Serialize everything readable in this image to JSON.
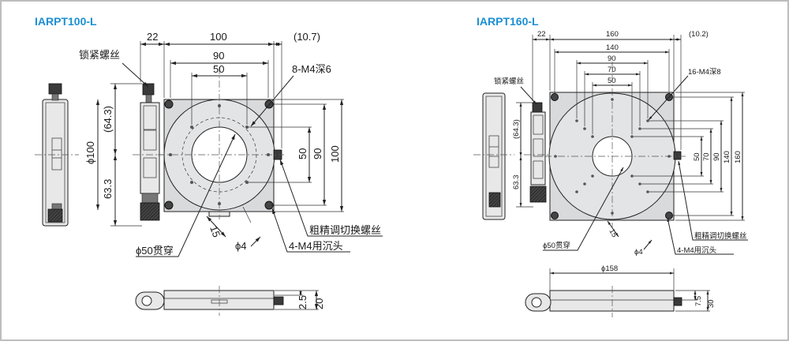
{
  "left": {
    "title": "IARPT100-L",
    "dims": {
      "d22": "22",
      "d100_top": "100",
      "d10_7": "(10.7)",
      "d90_top": "90",
      "d50_top": "50",
      "d64_3": "(64.3)",
      "d63_3": "63.3",
      "dia100": "ϕ100",
      "v50": "50",
      "v90": "90",
      "v100": "100",
      "d15": "15",
      "dia4": "ϕ4",
      "d2_5": "2.5",
      "d20": "20"
    },
    "labels": {
      "lock_screw": "锁紧螺丝",
      "tapped_holes": "8-M4深6",
      "switch_screw": "粗精调切换螺丝",
      "counterbore": "4-M4用沉头",
      "through_hole": "ϕ50贯穿"
    }
  },
  "right": {
    "title": "IARPT160-L",
    "dims": {
      "d22": "22",
      "d160_top": "160",
      "d10_2": "(10.2)",
      "d140_top": "140",
      "d90_top": "90",
      "d70_top": "70",
      "d50_top": "50",
      "d64_3": "(64.3)",
      "d63_3": "63.3",
      "v50": "50",
      "v70": "70",
      "v90": "90",
      "v140": "140",
      "v160": "160",
      "d15": "15",
      "dia4": "ϕ4",
      "dia158": "ϕ158",
      "d7_5": "7.5",
      "d30": "30"
    },
    "labels": {
      "lock_screw": "锁紧螺丝",
      "tapped_holes": "16-M4深8",
      "switch_screw": "粗精调切换螺丝",
      "counterbore": "4-M4用沉头",
      "through_hole": "ϕ50贯穿"
    }
  }
}
